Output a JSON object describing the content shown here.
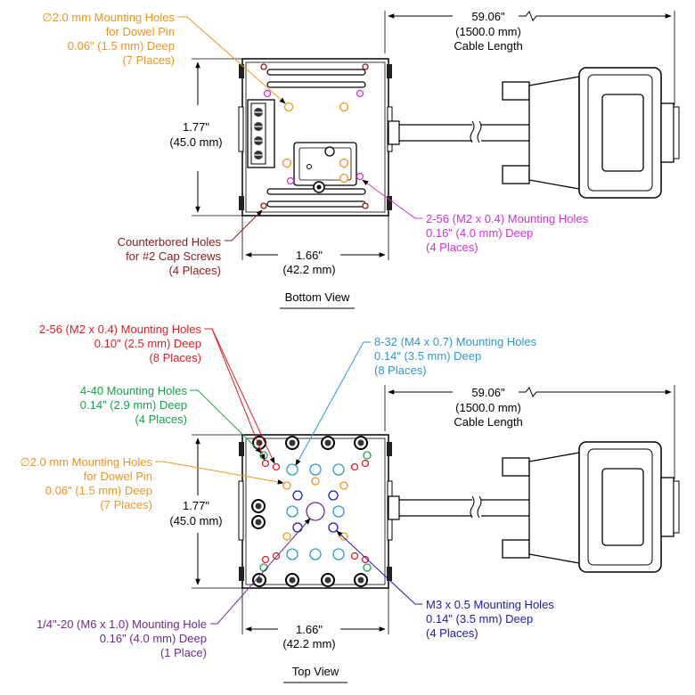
{
  "colors": {
    "orange": "#f0941e",
    "magenta": "#d62fd6",
    "maroon": "#8b1a1a",
    "red": "#e31d24",
    "cyan": "#2a9ad6",
    "green": "#17a34a",
    "blue": "#1b1bb8",
    "purple": "#6a2c91",
    "black": "#000000"
  },
  "bottom_view": {
    "title": "Bottom View",
    "callout_dowel": [
      "∅2.0 mm Mounting Holes",
      "for Dowel Pin",
      "0.06\" (1.5 mm) Deep",
      "(7 Places)"
    ],
    "callout_256": [
      "2-56 (M2 x 0.4) Mounting Holes",
      "0.16\" (4.0 mm) Deep",
      "(4 Places)"
    ],
    "callout_cbore": [
      "Counterbored Holes",
      "for #2 Cap Screws",
      "(4 Places)"
    ],
    "height_dim": [
      "1.77\"",
      "(45.0 mm)"
    ],
    "width_dim": [
      "1.66\"",
      "(42.2 mm)"
    ],
    "cable_dim": [
      "59.06\"",
      "(1500.0 mm)",
      "Cable Length"
    ]
  },
  "top_view": {
    "title": "Top View",
    "callout_256": [
      "2-56 (M2 x 0.4) Mounting Holes",
      "0.10\" (2.5 mm) Deep",
      "(8 Places)"
    ],
    "callout_832": [
      "8-32 (M4 x 0.7) Mounting Holes",
      "0.14\" (3.5 mm) Deep",
      "(8 Places)"
    ],
    "callout_440": [
      "4-40 Mounting Holes",
      "0.14\" (2.9 mm) Deep",
      "(4 Places)"
    ],
    "callout_dowel": [
      "∅2.0 mm Mounting Holes",
      "for Dowel Pin",
      "0.06\" (1.5 mm) Deep",
      "(7 Places)"
    ],
    "callout_m3": [
      "M3 x 0.5 Mounting Holes",
      "0.14\" (3.5 mm) Deep",
      "(4 Places)"
    ],
    "callout_m6": [
      "1/4\"-20 (M6 x 1.0) Mounting Hole",
      "0.16\" (4.0 mm) Deep",
      "(1 Place)"
    ],
    "height_dim": [
      "1.77\"",
      "(45.0 mm)"
    ],
    "width_dim": [
      "1.66\"",
      "(42.2 mm)"
    ],
    "cable_dim": [
      "59.06\"",
      "(1500.0 mm)",
      "Cable Length"
    ]
  }
}
